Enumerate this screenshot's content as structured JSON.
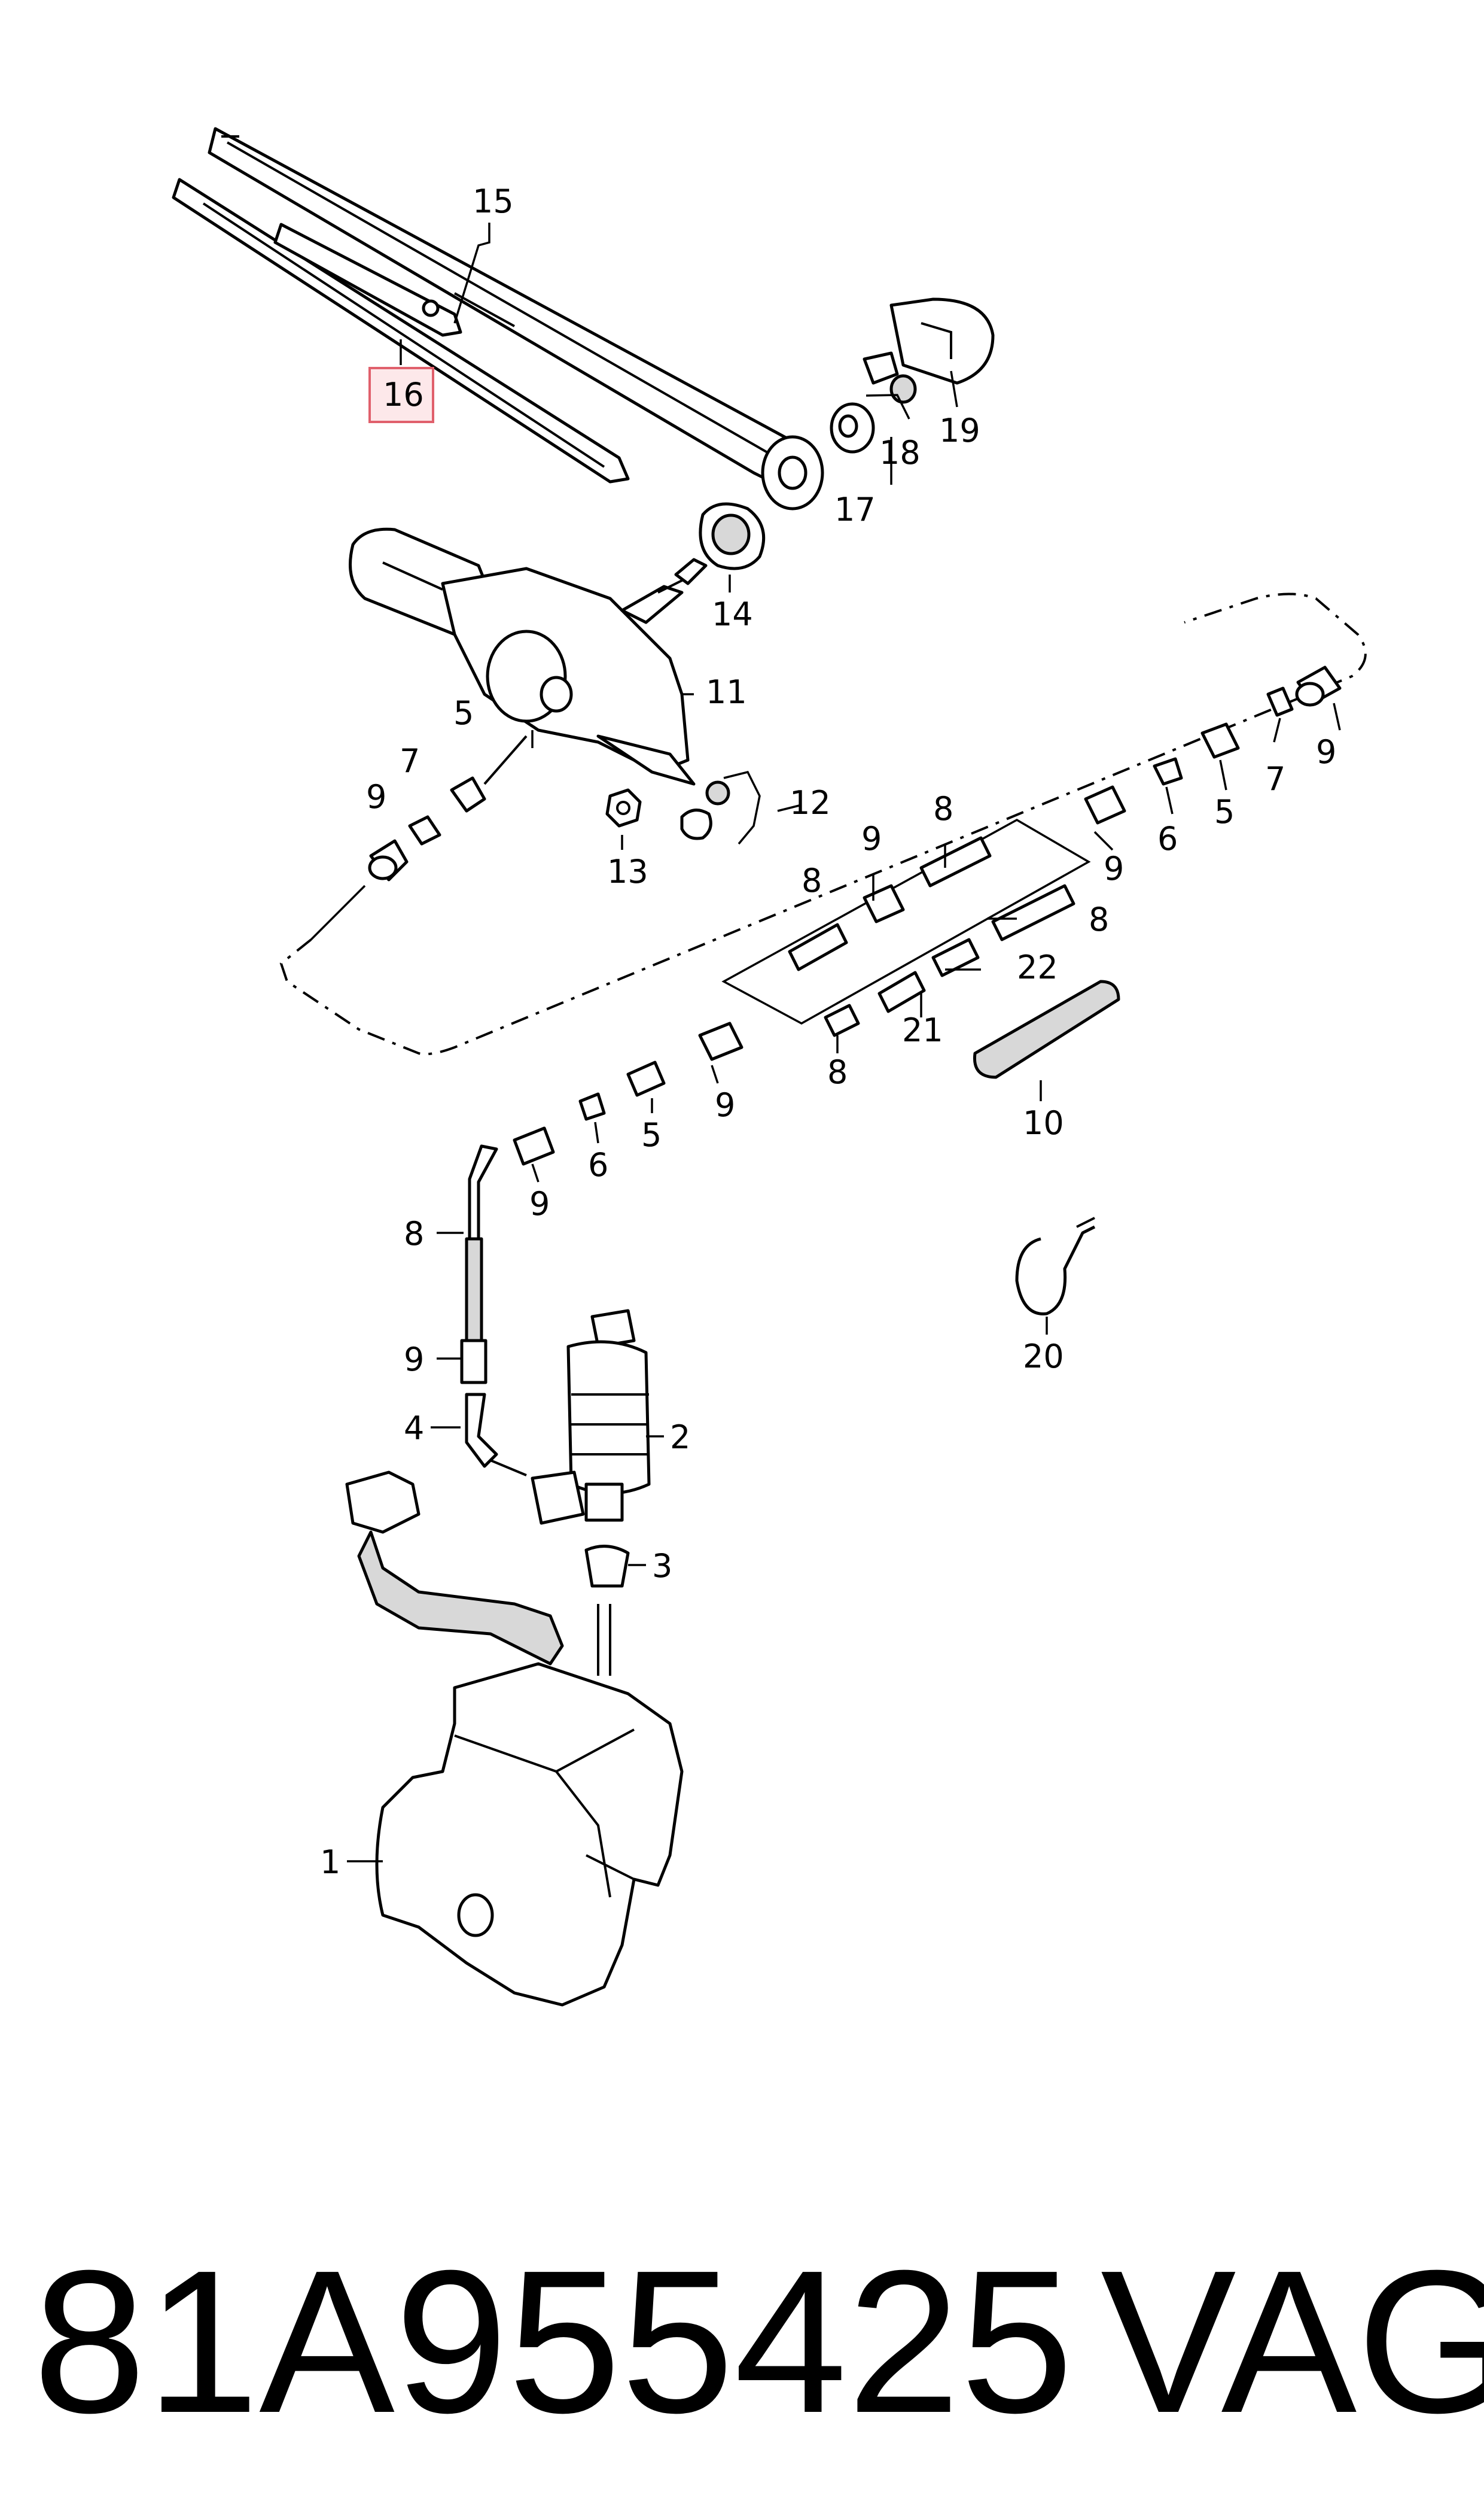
{
  "labels": {
    "l1": "1",
    "l2": "2",
    "l3": "3",
    "l4": "4",
    "l5a": "5",
    "l5b": "5",
    "l5c": "5",
    "l6a": "6",
    "l6b": "6",
    "l7a": "7",
    "l7b": "7",
    "l8a": "8",
    "l8b": "8",
    "l8c": "8",
    "l8d": "8",
    "l8e": "8",
    "l9a": "9",
    "l9b": "9",
    "l9c": "9",
    "l9d": "9",
    "l9e": "9",
    "l9f": "9",
    "l9g": "9",
    "l10": "10",
    "l11": "11",
    "l12": "12",
    "l13": "13",
    "l14": "14",
    "l15": "15",
    "l16": "16",
    "l17": "17",
    "l18": "18",
    "l19": "19",
    "l20": "20",
    "l21": "21",
    "l22": "22"
  },
  "highlighted_label": "16",
  "highlight_color": "#e0606c",
  "footer": {
    "part_number": "81A955425",
    "brand": "VAG"
  }
}
